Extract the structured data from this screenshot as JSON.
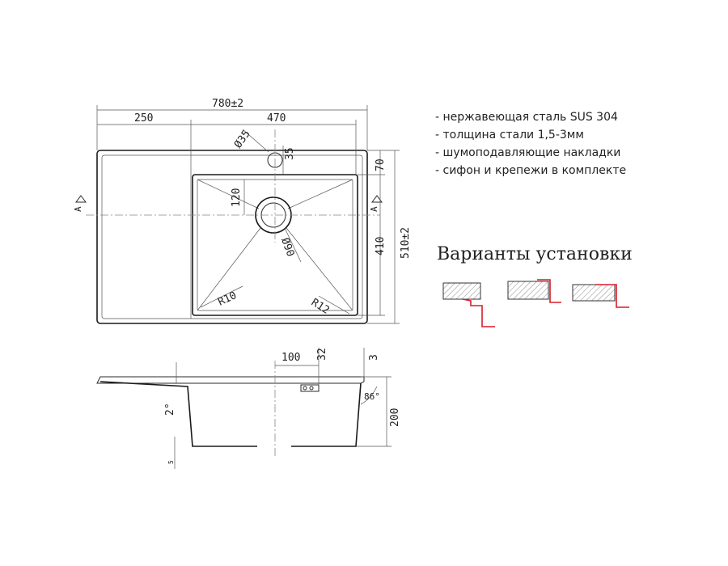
{
  "features": [
    "- нержавеющая сталь SUS 304",
    "- толщина стали 1,5-3мм",
    "- шумоподавляющие накладки",
    "- сифон и крепежи в комплекте"
  ],
  "variants_title": "Варианты установки",
  "dimensions": {
    "overall_width": "780±2",
    "drainboard_width": "250",
    "bowl_width": "470",
    "overall_depth": "510±2",
    "bowl_depth": "410",
    "top_offset": "70",
    "tap_hole_diameter": "Ø35",
    "tap_hole_offset": "35",
    "drain_offset": "120",
    "drain_diameter": "Ø90",
    "corner_radius_1": "R10",
    "corner_radius_2": "R12",
    "section_100": "100",
    "section_32": "32",
    "section_3": "3",
    "section_angle_86": "86°",
    "section_angle_2": "2°",
    "section_depth": "200",
    "section_5": "5",
    "section_marker_a": "A"
  },
  "colors": {
    "line": "#2a2a2a",
    "accent_red": "#d81b2a",
    "hatch_fill": "#cfcfcf"
  }
}
